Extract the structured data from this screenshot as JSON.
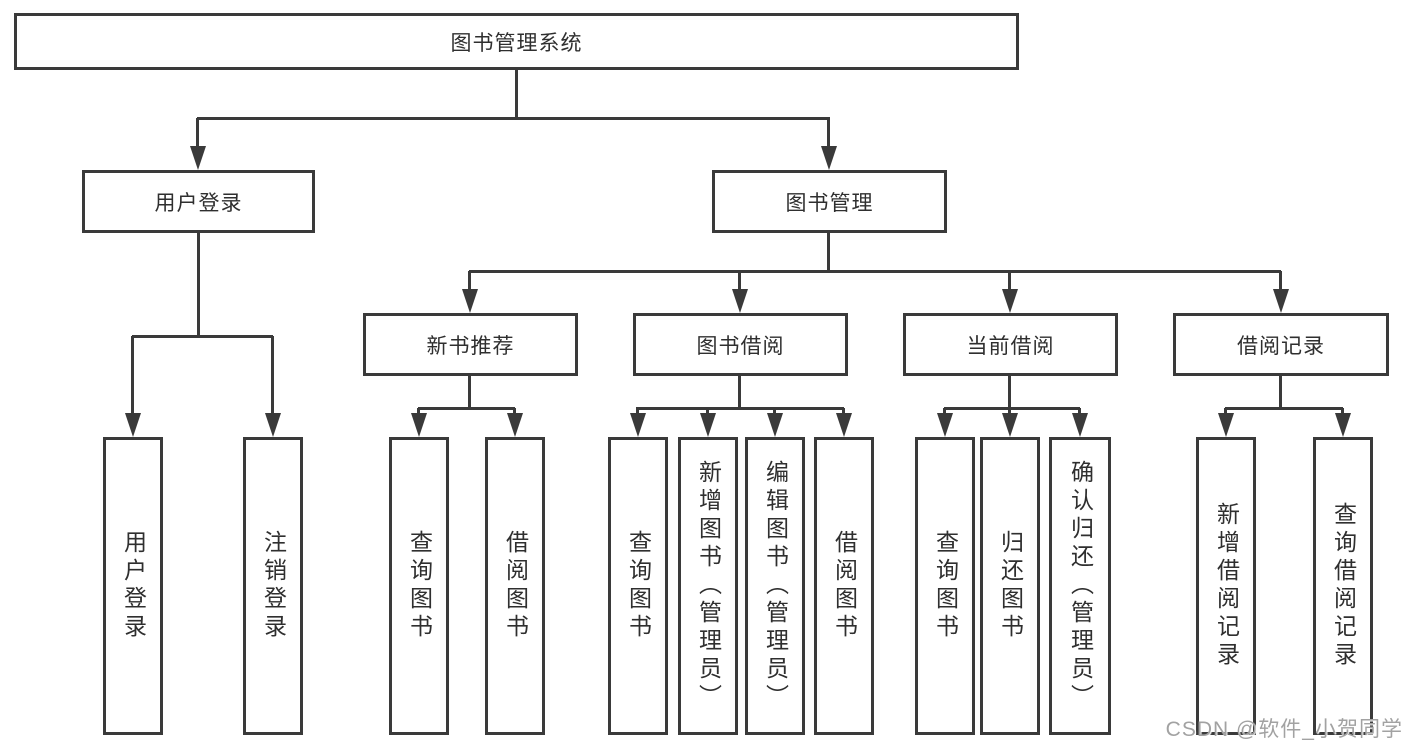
{
  "diagram": {
    "root": {
      "label": "图书管理系统"
    },
    "level2": [
      {
        "label": "用户登录"
      },
      {
        "label": "图书管理"
      }
    ],
    "level3": [
      {
        "label": "新书推荐"
      },
      {
        "label": "图书借阅"
      },
      {
        "label": "当前借阅"
      },
      {
        "label": "借阅记录"
      }
    ],
    "leaves": {
      "user_login": [
        {
          "label": "用户登录"
        },
        {
          "label": "注销登录"
        }
      ],
      "new_book": [
        {
          "label": "查询图书"
        },
        {
          "label": "借阅图书"
        }
      ],
      "book_borrow": [
        {
          "label": "查询图书"
        },
        {
          "label": "新增图书（管理员）"
        },
        {
          "label": "编辑图书（管理员）"
        },
        {
          "label": "借阅图书"
        }
      ],
      "current_borrow": [
        {
          "label": "查询图书"
        },
        {
          "label": "归还图书"
        },
        {
          "label": "确认归还（管理员）"
        }
      ],
      "borrow_record": [
        {
          "label": "新增借阅记录"
        },
        {
          "label": "查询借阅记录"
        }
      ]
    },
    "watermark": "CSDN @软件_小贺同学",
    "colors": {
      "line": "#3a3a3a",
      "text": "#2f2f2f",
      "watermark": "#a2a2a2"
    }
  }
}
